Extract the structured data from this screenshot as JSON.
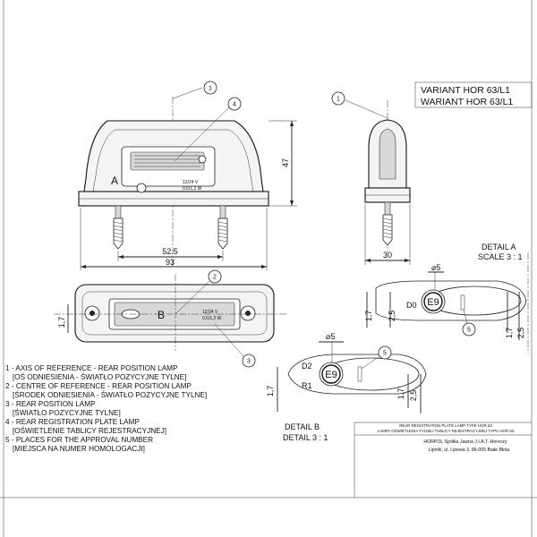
{
  "variant": [
    "VARIANT HOR 63/L1",
    "WARIANT HOR 63/L1"
  ],
  "dims": {
    "height": "47",
    "hole_spacing": "52.5",
    "width": "93",
    "side_width": "30",
    "diam_a": "⌀5",
    "diam_b": "⌀5",
    "a_17": "1,7",
    "a_17b": "1,7",
    "a_25": "2,5",
    "b_17": "1,7",
    "b_17b": "1,7",
    "b_25": "2,5",
    "front_17": "1,7"
  },
  "callouts": [
    "1",
    "4",
    "1",
    "2",
    "3",
    "5",
    "5"
  ],
  "labels": {
    "a": "A",
    "b": "B",
    "d2": "D2",
    "r1": "R1",
    "d0": "D0",
    "e9_a": "E9",
    "e9_b": "E9",
    "volt_1": "12/24 V",
    "watt_1": "0,6/1,2 W",
    "volt_2": "12/24 V",
    "watt_2": "0,6/1,2 W"
  },
  "detail_a": [
    "DETAIL A",
    "SCALE 3 : 1"
  ],
  "detail_b": [
    "DETAIL B",
    "DETAIL 3 : 1"
  ],
  "legend": [
    "1 - AXIS OF REFERENCE - REAR POSITION LAMP",
    "[OŚ ODNIESIENIA - ŚWIATŁO POZYCYJNE TYLNE]",
    "2 - CENTRE OF REFERENCE - REAR POSITION LAMP",
    "[ŚRODEK ODNIESIENIA - ŚWIATŁO POZYCYJNE TYLNE]",
    "3 - REAR POSITION LAMP",
    "[ŚWIATŁO POZYCYJNE TYLNE]",
    "4 - REAR REGISTRATION PLATE LAMP",
    "[OŚWIETLENIE TABLICY REJESTRACYJNEJ]",
    "5 - PLACES FOR THE APPROVAL NUMBER",
    "[MIEJSCA NA NUMER HOMOLOGACJI]"
  ],
  "title_block": {
    "line1": "REAR REGISTRATION PLATE LAMP TYPE HOR 63",
    "line2": "LAMPA OŚWIETLENIA TYLNEJ TABLICY REJESTRACYJNEJ TYPU HOR 63",
    "company": "HORPOL Spółka Jawna   J.I.A.T. Horeczy",
    "address": "Lipniki, ul. Lipowa 3, 86-005 Białe Błota"
  }
}
